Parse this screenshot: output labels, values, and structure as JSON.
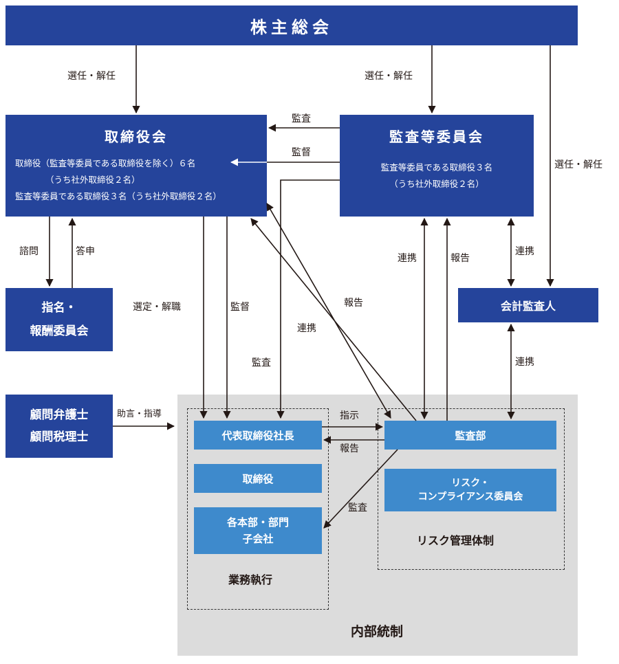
{
  "title": "株主総会",
  "board": {
    "title": "取締役会",
    "line1": "取締役（監査等委員である取締役を除く）６名",
    "line2": "（うち社外取締役２名）",
    "line3": "監査等委員である取締役３名（うち社外取締役２名）"
  },
  "audit_committee": {
    "title": "監査等委員会",
    "line1": "監査等委員である取締役３名",
    "line2": "（うち社外取締役２名）"
  },
  "nomination": {
    "line1": "指名・",
    "line2": "報酬委員会"
  },
  "accounting_auditor": "会計監査人",
  "advisors": {
    "line1": "顧問弁護士",
    "line2": "顧問税理士"
  },
  "execution": {
    "president": "代表取締役社長",
    "directors": "取締役",
    "divisions_line1": "各本部・部門",
    "divisions_line2": "子会社",
    "label": "業務執行"
  },
  "risk": {
    "audit_dept": "監査部",
    "committee_line1": "リスク・",
    "committee_line2": "コンプライアンス委員会",
    "label": "リスク管理体制"
  },
  "internal_control": "内部統制",
  "labels": {
    "appoint_dismiss_1": "選任・解任",
    "appoint_dismiss_2": "選任・解任",
    "appoint_dismiss_3": "選任・解任",
    "audit_1": "監査",
    "supervise_1": "監督",
    "consult": "諮問",
    "report_answer": "答申",
    "select_dismiss": "選定・解職",
    "supervise_2": "監督",
    "audit_2": "監査",
    "coop_1": "連携",
    "report_1": "報告",
    "coop_2": "連携",
    "report_2": "報告",
    "coop_3": "連携",
    "coop_4": "連携",
    "advice": "助言・指導",
    "instruction": "指示",
    "report_3": "報告",
    "audit_3": "監査"
  }
}
